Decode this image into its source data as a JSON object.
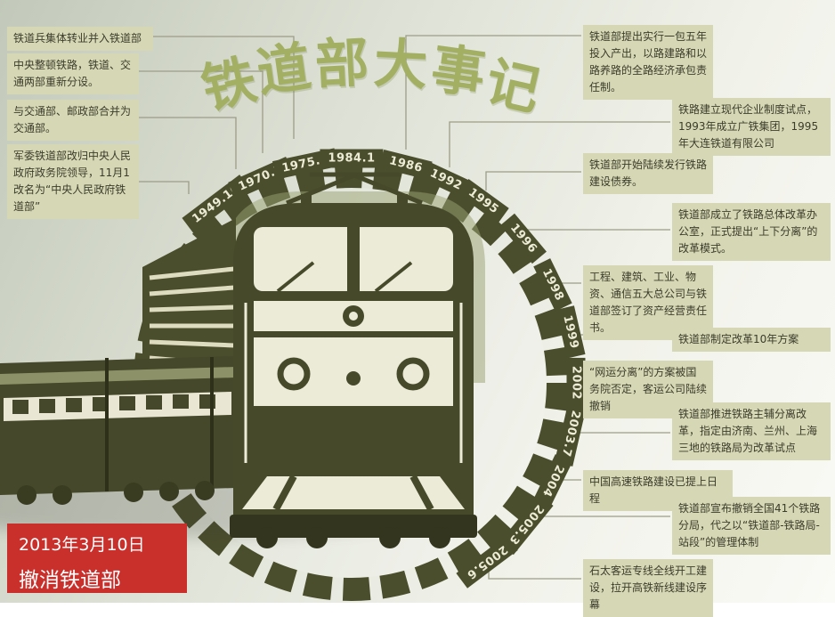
{
  "title": "铁道部大事记",
  "left_events": [
    {
      "text": "铁道兵集体转业并入铁道部"
    },
    {
      "text": "中央整顿铁路，铁道、交通两部重新分设。"
    },
    {
      "text": "与交通部、邮政部合并为交通部。"
    },
    {
      "text": "军委铁道部改归中央人民政府政务院领导，11月1改名为“中央人民政府铁道部”"
    }
  ],
  "right_events": [
    {
      "text": "铁道部提出实行一包五年投入产出，以路建路和以路养路的全路经济承包责任制。"
    },
    {
      "text": "铁路建立现代企业制度试点，1993年成立广铁集团，1995年大连铁道有限公司"
    },
    {
      "text": "铁道部开始陆续发行铁路建设债券。"
    },
    {
      "text": "铁道部成立了铁路总体改革办公室，正式提出“上下分离”的改革模式。"
    },
    {
      "text": "工程、建筑、工业、物资、通信五大总公司与铁道部签订了资产经营责任书。"
    },
    {
      "text": "铁道部制定改革10年方案"
    },
    {
      "text": "“网运分离”的方案被国务院否定，客运公司陆续撤销"
    },
    {
      "text": "铁道部推进铁路主辅分离改革，指定由济南、兰州、上海三地的铁路局为改革试点"
    },
    {
      "text": "中国高速铁路建设已提上日程"
    },
    {
      "text": "铁道部宣布撤销全国41个铁路分局，代之以“铁道部-铁路局-站段”的管理体制"
    },
    {
      "text": "石太客运专线全线开工建设，拉开高铁新线建设序幕"
    }
  ],
  "timeline_years": [
    {
      "label": "1949.10",
      "angle": -37
    },
    {
      "label": "1970.7",
      "angle": -24
    },
    {
      "label": "1975.1",
      "angle": -12
    },
    {
      "label": "1984.1",
      "angle": 0
    },
    {
      "label": "1986",
      "angle": 14
    },
    {
      "label": "1992",
      "angle": 25
    },
    {
      "label": "1995",
      "angle": 36
    },
    {
      "label": "1996",
      "angle": 50
    },
    {
      "label": "1998",
      "angle": 64
    },
    {
      "label": "1999",
      "angle": 77
    },
    {
      "label": "2002",
      "angle": 90
    },
    {
      "label": "2003.7",
      "angle": 103
    },
    {
      "label": "2004",
      "angle": 116
    },
    {
      "label": "2005.3",
      "angle": 129
    },
    {
      "label": "2005.6",
      "angle": 143
    }
  ],
  "footer": {
    "date": "2013年3月10日",
    "event": "撤消铁道部"
  },
  "colors": {
    "box_bg": "#d6d8b5",
    "ring": "#4b4e2c",
    "title_green": "#a3b063",
    "red": "#c9302c",
    "ink": "#3c3c2c",
    "line": "#9d9d86"
  }
}
